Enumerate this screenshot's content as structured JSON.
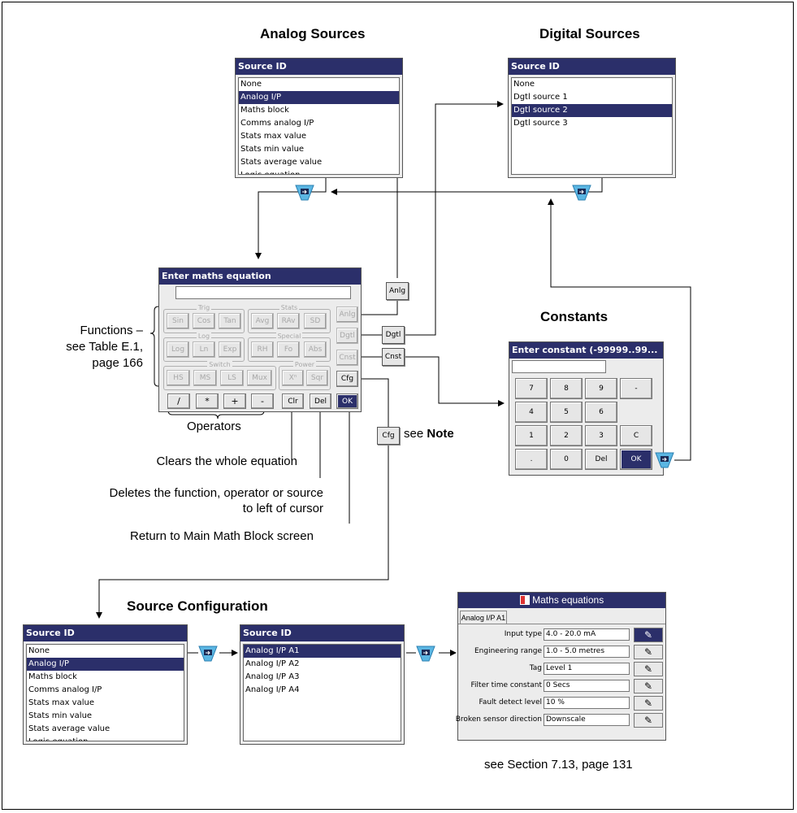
{
  "headings": {
    "analog": "Analog Sources",
    "digital": "Digital Sources",
    "constants": "Constants",
    "source_config": "Source Configuration"
  },
  "captions": {
    "functions_1": "Functions –",
    "functions_2": "see Table E.1,",
    "functions_3": "page 166",
    "operators": "Operators",
    "see": "see",
    "note": "Note",
    "clears": "Clears the whole equation",
    "deletes_1": "Deletes the function, operator or source",
    "deletes_2": "to left of cursor",
    "return": "Return to Main Math Block screen",
    "section": "see Section 7.13, page 131"
  },
  "analog_list": {
    "title": "Source ID",
    "items": [
      "None",
      "Analog I/P",
      "Maths block",
      "Comms analog I/P",
      "Stats max value",
      "Stats min value",
      "Stats average value",
      "Logic equation"
    ],
    "selected": "Analog I/P"
  },
  "digital_list": {
    "title": "Source ID",
    "items": [
      "None",
      "Dgtl source 1",
      "Dgtl source 2",
      "Dgtl source 3"
    ],
    "selected": "Dgtl source 2"
  },
  "equation": {
    "title": "Enter maths equation",
    "value": "",
    "groups": {
      "trig": "Trig",
      "stats": "Stats",
      "log": "Log",
      "special": "Special",
      "switch": "Switch",
      "power": "Power"
    },
    "trig": [
      "Sin",
      "Cos",
      "Tan"
    ],
    "stats": [
      "Avg",
      "RAv",
      "SD"
    ],
    "log": [
      "Log",
      "Ln",
      "Exp"
    ],
    "special": [
      "RH",
      "Fo",
      "Abs"
    ],
    "switch": [
      "HS",
      "MS",
      "LS",
      "Mux"
    ],
    "power": [
      "Xⁿ",
      "Sqr"
    ],
    "operators": [
      "/",
      "*",
      "+",
      "-"
    ],
    "clr": "Clr",
    "del": "Del",
    "ok": "OK",
    "side": [
      "Anlg",
      "Dgtl",
      "Cnst",
      "Cfg"
    ]
  },
  "callouts": {
    "anlg": "Anlg",
    "dgtl": "Dgtl",
    "cnst": "Cnst",
    "cfg": "Cfg",
    "cfg_note": "Cfg"
  },
  "constants_win": {
    "title": "Enter constant (-99999..99...",
    "value": "",
    "keys": [
      [
        "7",
        "8",
        "9",
        "-"
      ],
      [
        "4",
        "5",
        "6",
        ""
      ],
      [
        "1",
        "2",
        "3",
        "C"
      ],
      [
        ".",
        "0",
        "Del",
        "OK"
      ]
    ]
  },
  "cfg_list1": {
    "title": "Source ID",
    "items": [
      "None",
      "Analog I/P",
      "Maths block",
      "Comms analog I/P",
      "Stats max value",
      "Stats min value",
      "Stats average value",
      "Logic equation"
    ],
    "selected": "Analog I/P"
  },
  "cfg_list2": {
    "title": "Source ID",
    "items": [
      "Analog I/P A1",
      "Analog I/P A2",
      "Analog I/P A3",
      "Analog I/P A4"
    ],
    "selected": "Analog I/P A1"
  },
  "maths_equations": {
    "title": "Maths equations",
    "tab": "Analog I/P A1",
    "rows": [
      {
        "label": "Input type",
        "value": "4.0 - 20.0 mA"
      },
      {
        "label": "Engineering range",
        "value": "1.0 - 5.0 metres"
      },
      {
        "label": "Tag",
        "value": "Level 1"
      },
      {
        "label": "Filter time constant",
        "value": "0 Secs"
      },
      {
        "label": "Fault detect level",
        "value": "10 %"
      },
      {
        "label": "Broken sensor direction",
        "value": "Downscale"
      }
    ],
    "edit_glyph": "✎"
  },
  "colors": {
    "title_bar": "#2b2f6a",
    "tap_icon": "#5bb6e3"
  }
}
